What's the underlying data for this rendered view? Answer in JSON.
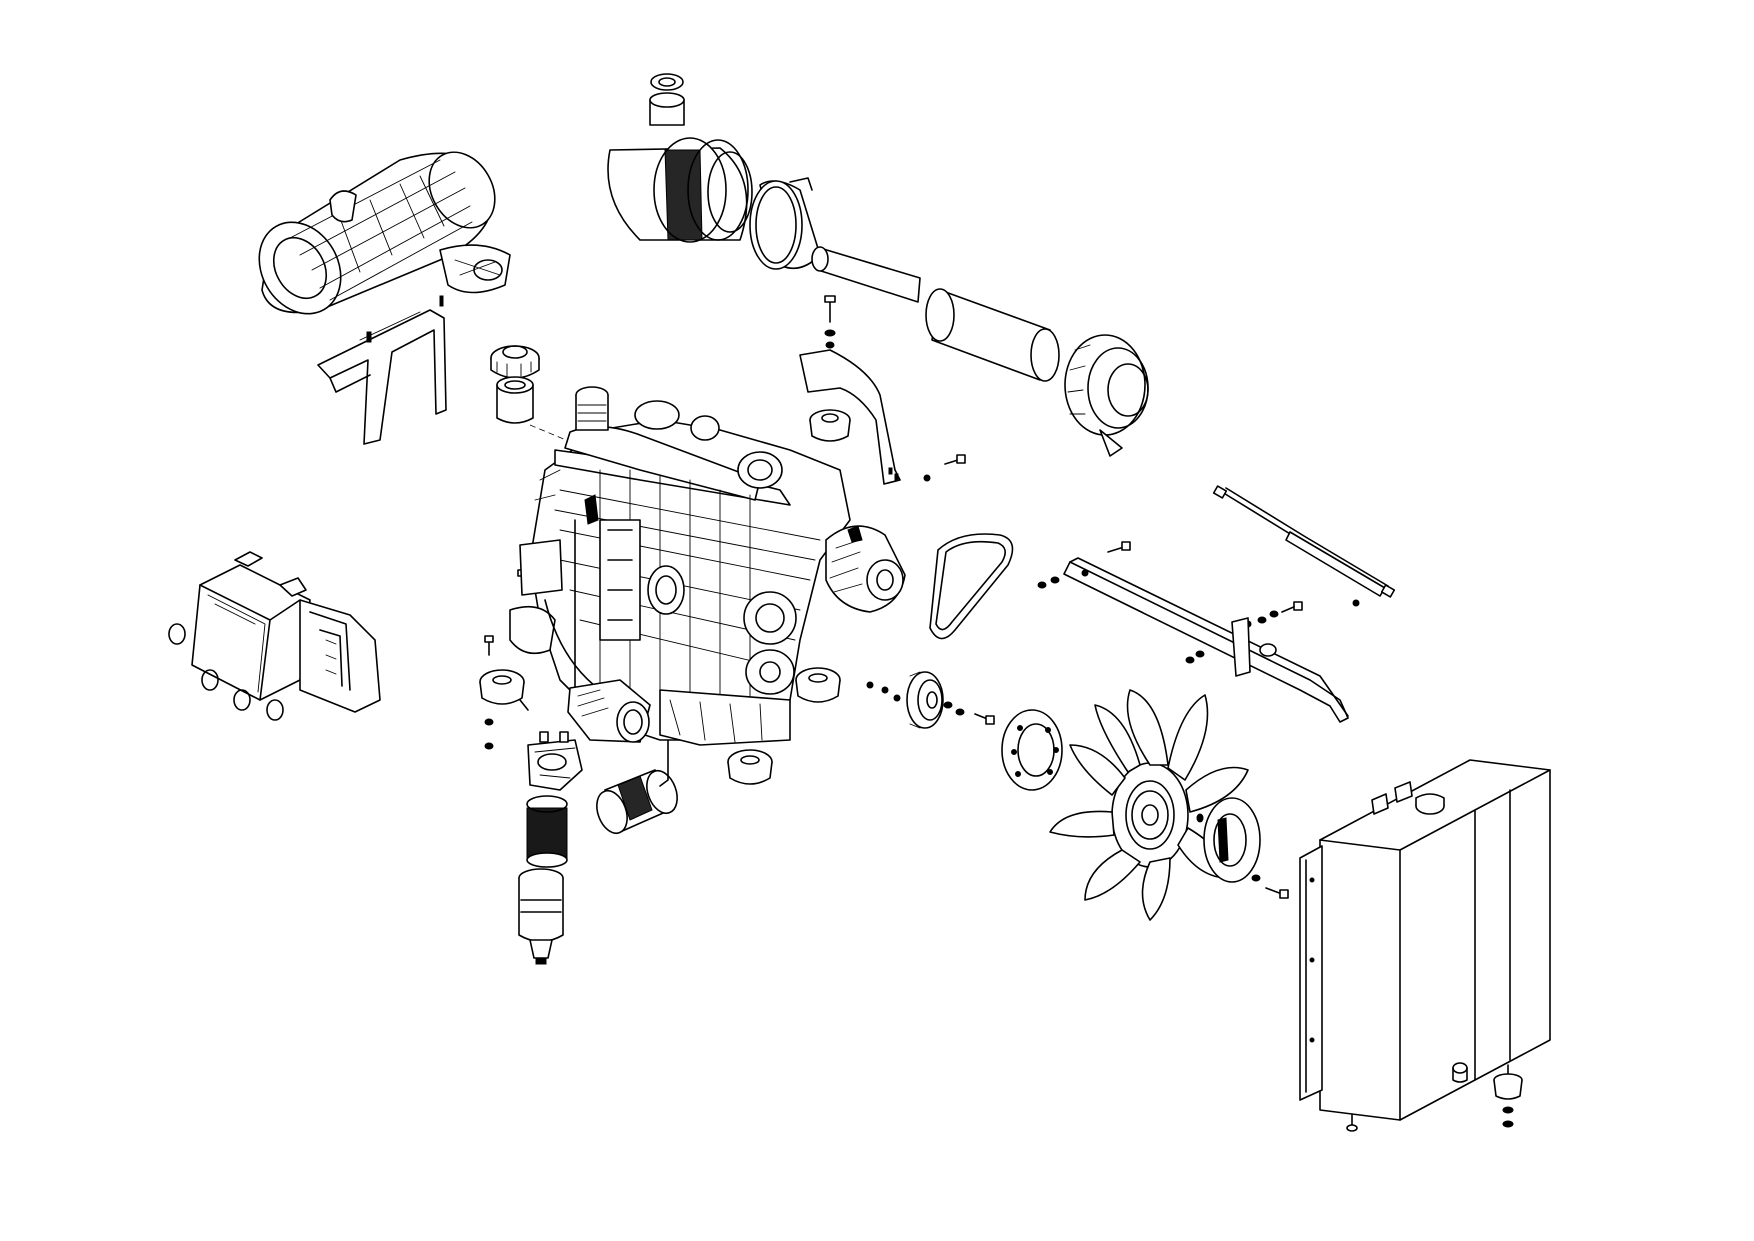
{
  "diagram": {
    "type": "exploded-parts-view",
    "line_color": "#000000",
    "background": "#ffffff",
    "parts": [
      "exhaust-aftertreatment-unit",
      "aftertreatment-bracket",
      "air-cleaner-assembly",
      "air-cleaner-element",
      "air-cleaner-cover",
      "air-intake-tube",
      "engine-block",
      "oil-filler-cap",
      "oil-filter-adapter",
      "electronic-control-unit",
      "engine-mount",
      "starter-motor",
      "fuel-filter-head",
      "fuel-filter-element",
      "fuel-water-separator-bowl",
      "oil-filter-cartridge",
      "alternator",
      "drive-belt",
      "alternator-bracket",
      "crankshaft-pulley",
      "fan-spacer",
      "cooling-fan",
      "fan-hub-plate",
      "gas-spring-strut",
      "support-bar",
      "radiator",
      "radiator-mount",
      "fasteners"
    ]
  }
}
